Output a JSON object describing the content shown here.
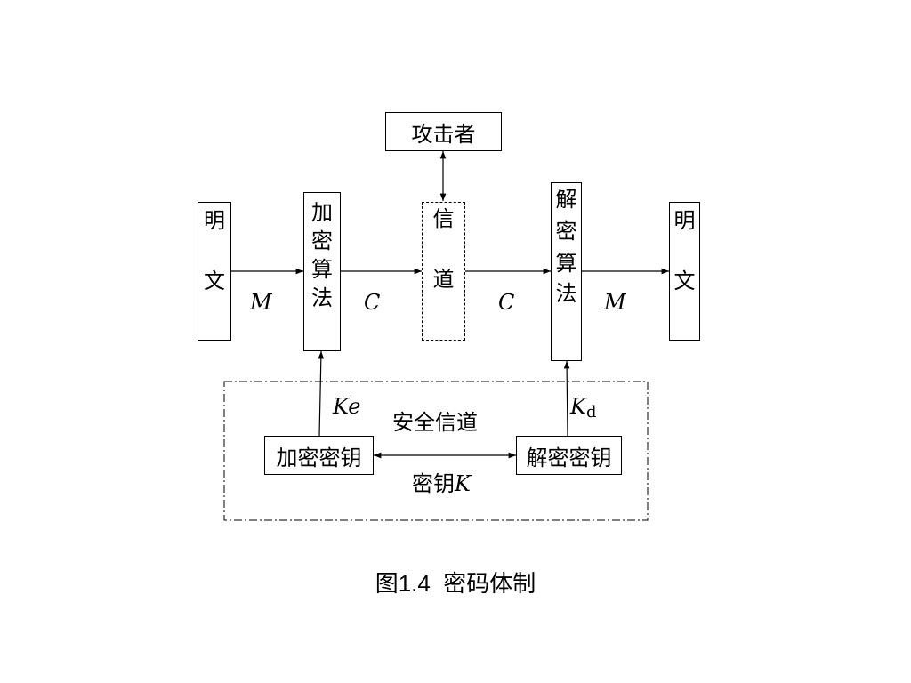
{
  "nodes": {
    "attacker": "攻击者",
    "plaintext_left": [
      "明",
      "文"
    ],
    "encrypt_algo": [
      "加",
      "密",
      "算",
      "法"
    ],
    "channel": [
      "信",
      "道"
    ],
    "decrypt_algo": [
      "解",
      "密",
      "算",
      "法"
    ],
    "plaintext_right": [
      "明",
      "文"
    ],
    "secure_channel": "安全信道",
    "encrypt_key": "加密密钥",
    "decrypt_key": "解密密钥"
  },
  "labels": {
    "m_left": "M",
    "c_left": "C",
    "c_right": "C",
    "m_right": "M",
    "ke": "Ke",
    "kd_main": "K",
    "kd_sub": "d",
    "key_prefix": "密钥",
    "key_var": "K"
  },
  "caption": "图1.4  密码体制"
}
